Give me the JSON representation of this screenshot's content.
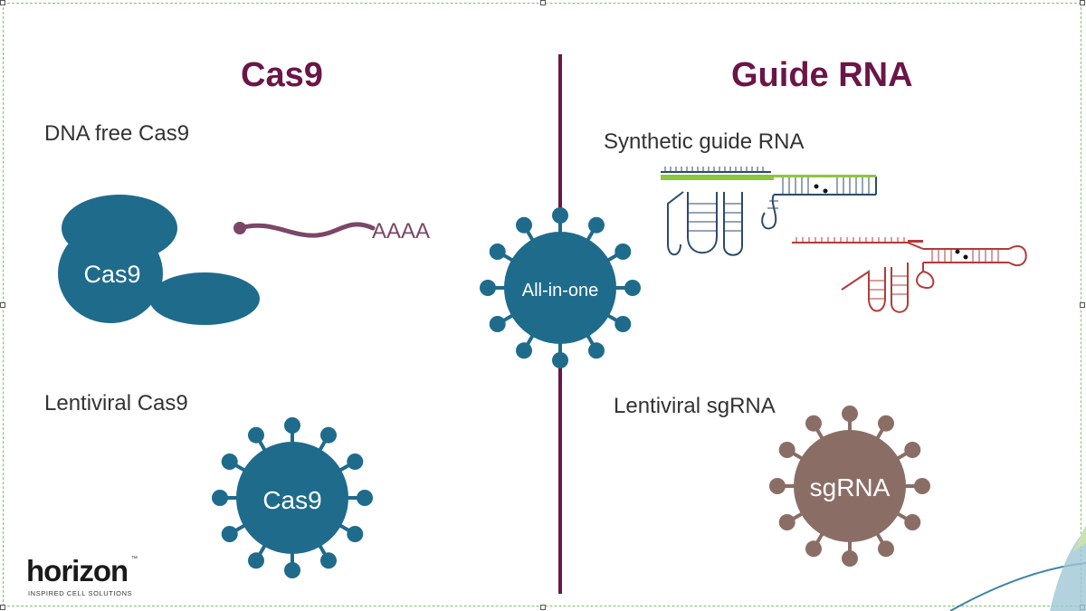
{
  "left_heading": "Cas9",
  "right_heading": "Guide RNA",
  "labels": {
    "dna_free": "DNA free Cas9",
    "lentiviral_cas9": "Lentiviral Cas9",
    "synthetic_guide": "Synthetic guide RNA",
    "lentiviral_sgrna": "Lentiviral sgRNA"
  },
  "protein_label": "Cas9",
  "mrna_tail": "AAAA",
  "center_virus_label": "All-in-one",
  "cas9_virus_label": "Cas9",
  "sgrna_virus_label": "sgRNA",
  "logo": {
    "word": "horizon",
    "tagline": "INSPIRED CELL SOLUTIONS",
    "tm": "™"
  },
  "colors": {
    "heading": "#6b1548",
    "cas9_blue": "#1f6b8c",
    "mrna": "#7a4766",
    "sgrna_brown": "#8a6e66",
    "guide_navy": "#2c4a6b",
    "guide_green": "#8cc63f",
    "guide_red": "#b43a3a",
    "frame": "#7cc46a"
  }
}
